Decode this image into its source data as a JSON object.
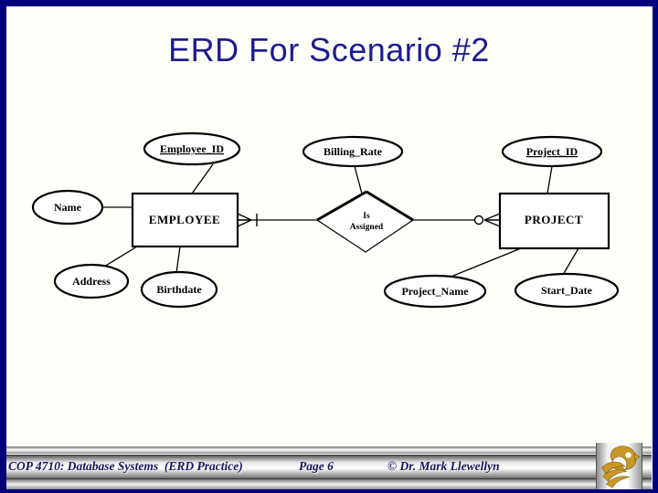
{
  "slide": {
    "title": "ERD For Scenario #2"
  },
  "colors": {
    "border_navy": "#00007d",
    "title_blue": "#1c1c8e",
    "footer_text_navy": "#16165e",
    "logo_gold": "#c79824",
    "footer_silver": "#e8e8e8"
  },
  "diagram": {
    "entities": [
      {
        "id": "employee",
        "label": "EMPLOYEE"
      },
      {
        "id": "project",
        "label": "PROJECT"
      }
    ],
    "relationship": {
      "label_line1": "Is",
      "label_line2": "Assigned",
      "employee_side_notation": "crow-foot-with-bar",
      "project_side_notation": "circle-with-crow-foot"
    },
    "attributes": [
      {
        "id": "employee-id",
        "label": "Employee_ID",
        "underlined": true,
        "attached_to": "EMPLOYEE"
      },
      {
        "id": "billing-rate",
        "label": "Billing_Rate",
        "underlined": false,
        "attached_to": "Is Assigned"
      },
      {
        "id": "project-id",
        "label": "Project_ID",
        "underlined": true,
        "attached_to": "PROJECT"
      },
      {
        "id": "name",
        "label": "Name",
        "underlined": false,
        "attached_to": "EMPLOYEE"
      },
      {
        "id": "address",
        "label": "Address",
        "underlined": false,
        "attached_to": "EMPLOYEE"
      },
      {
        "id": "birthdate",
        "label": "Birthdate",
        "underlined": false,
        "attached_to": "EMPLOYEE"
      },
      {
        "id": "project-name",
        "label": "Project_Name",
        "underlined": false,
        "attached_to": "PROJECT"
      },
      {
        "id": "start-date",
        "label": "Start_Date",
        "underlined": false,
        "attached_to": "PROJECT"
      }
    ]
  },
  "footer": {
    "course": "COP 4710: Database Systems  (ERD Practice)",
    "page": "Page 6",
    "copyright": "© Dr. Mark Llewellyn"
  }
}
